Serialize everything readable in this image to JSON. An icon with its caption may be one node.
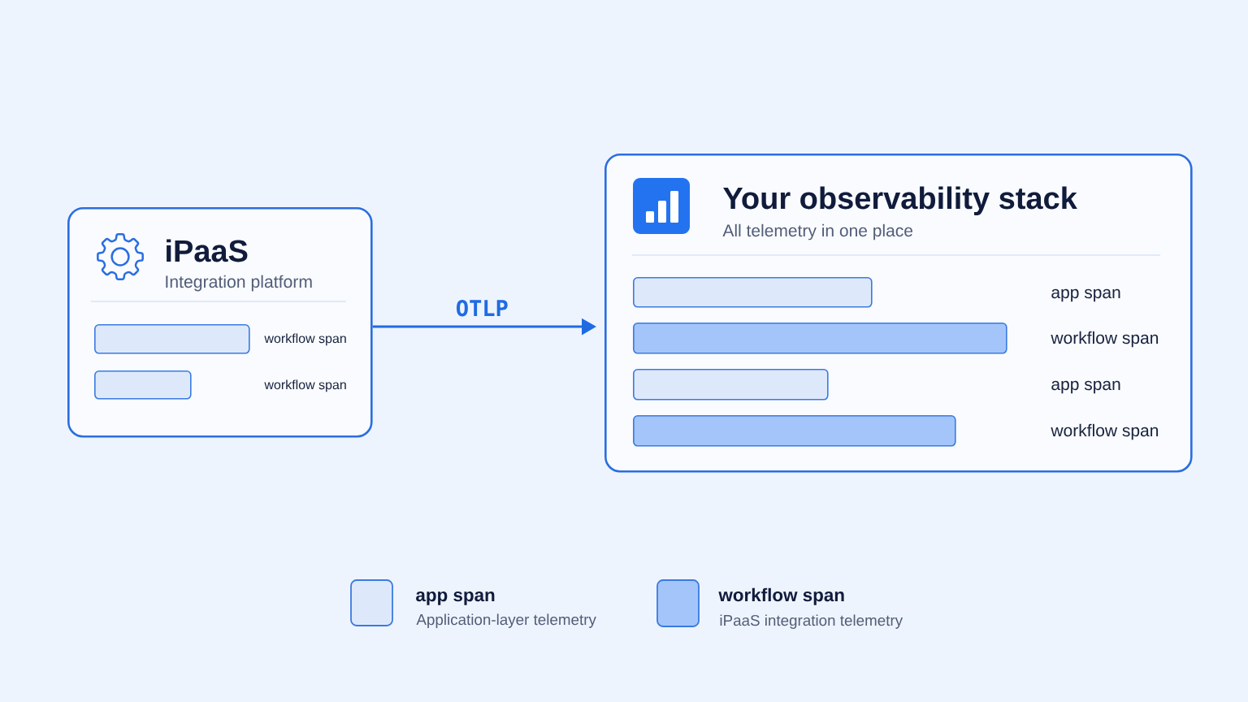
{
  "diagram": {
    "nodes": [
      {
        "text": [
          "iPaaS",
          "Integration platform"
        ]
      },
      {
        "text": [],
        "shape": "bar",
        "in": 0
      },
      {
        "text": [],
        "shape": "bar",
        "in": 0
      },
      {
        "text": [
          "Your observability stack",
          "All telemetry in one place"
        ]
      },
      {
        "text": [],
        "shape": "bar",
        "in": 3
      },
      {
        "text": [],
        "shape": "bar",
        "in": 3
      },
      {
        "text": [],
        "shape": "bar",
        "in": 3
      },
      {
        "text": [],
        "shape": "bar",
        "in": 3
      }
    ],
    "edges": [
      {
        "from": 0,
        "to": 3,
        "arrow": "to",
        "label": "OTLP"
      }
    ],
    "labels": [
      "workflow span",
      "workflow span",
      "app span",
      "workflow span",
      "app span",
      "workflow span",
      "Application-layer telemetry",
      "iPaaS integration telemetry"
    ],
    "legend": [
      {
        "text": "app span",
        "color": "#dde9fb"
      },
      {
        "text": "workflow span",
        "color": "#a3c5fa"
      }
    ]
  }
}
